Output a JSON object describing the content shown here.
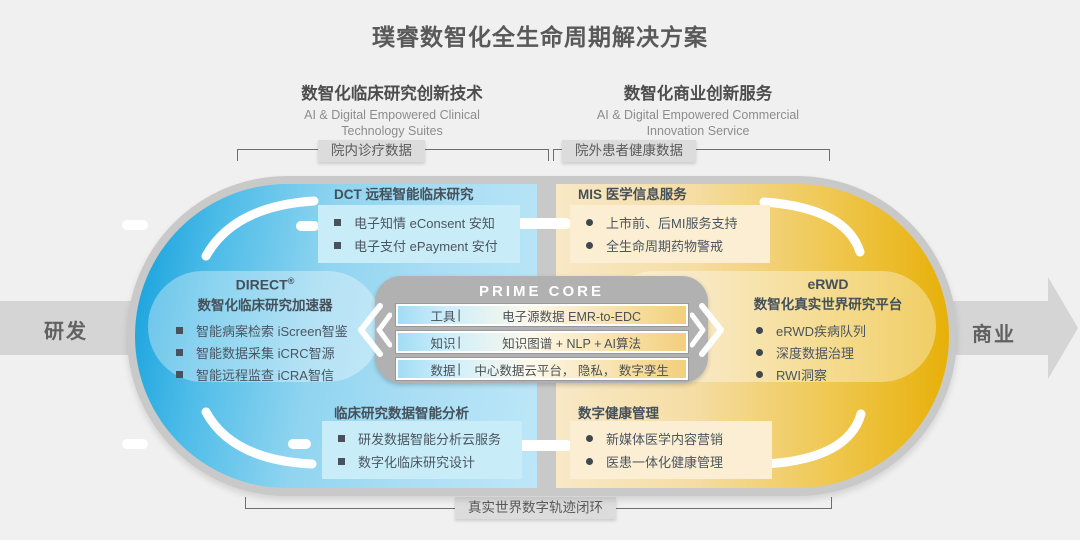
{
  "title": "璞睿数智化全生命周期解决方案",
  "columns": {
    "left": {
      "title": "数智化临床研究创新技术",
      "subtitle_line1": "AI & Digital Empowered Clinical",
      "subtitle_line2": "Technology Suites",
      "badge": "院内诊疗数据"
    },
    "right": {
      "title": "数智化商业创新服务",
      "subtitle_line1": "AI & Digital Empowered Commercial",
      "subtitle_line2": "Innovation Service",
      "badge": "院外患者健康数据"
    }
  },
  "flow": {
    "left_label": "研发",
    "right_label": "商业",
    "bottom_badge": "真实世界数字轨迹闭环"
  },
  "sections": {
    "dct": {
      "title": "DCT 远程智能临床研究",
      "items": [
        "电子知情 eConsent 安知",
        "电子支付 ePayment 安付"
      ]
    },
    "mis": {
      "title": "MIS 医学信息服务",
      "items": [
        "上市前、后MI服务支持",
        "全生命周期药物警戒"
      ]
    },
    "direct": {
      "name": "DIRECT",
      "reg": "®",
      "subtitle": "数智化临床研究加速器",
      "items": [
        "智能病案检索 iScreen智鉴",
        "智能数据采集 iCRC智源",
        "智能远程监查 iCRA智信"
      ]
    },
    "erwd": {
      "name": "eRWD",
      "subtitle": "数智化真实世界研究平台",
      "items": [
        "eRWD疾病队列",
        "深度数据治理",
        "RWI洞察"
      ]
    },
    "analysis": {
      "title": "临床研究数据智能分析",
      "items": [
        "研发数据智能分析云服务",
        "数字化临床研究设计"
      ]
    },
    "health": {
      "title": "数字健康管理",
      "items": [
        "新媒体医学内容营销",
        "医患一体化健康管理"
      ]
    }
  },
  "core": {
    "title": "PRIME CORE",
    "separator": "|",
    "rows": [
      {
        "label": "工具",
        "value": "电子源数据 EMR-to-EDC"
      },
      {
        "label": "知识",
        "value": "知识图谱 + NLP + AI算法"
      },
      {
        "label": "数据",
        "value": "中心数据云平台， 隐私， 数字孪生"
      }
    ]
  },
  "colors": {
    "background": "#f0f0f0",
    "blue_deep": "#0f9edb",
    "blue_light": "#bde7f8",
    "blue_box": "#c9ecf9",
    "gold_deep": "#e7b008",
    "cream": "#f8e8c6",
    "cream_box": "#fbeed3",
    "core_gray": "#b1b1b1",
    "band_gray": "#d5d5d5",
    "badge_gray": "#dcdcdc",
    "text_dark": "#4a5560"
  }
}
